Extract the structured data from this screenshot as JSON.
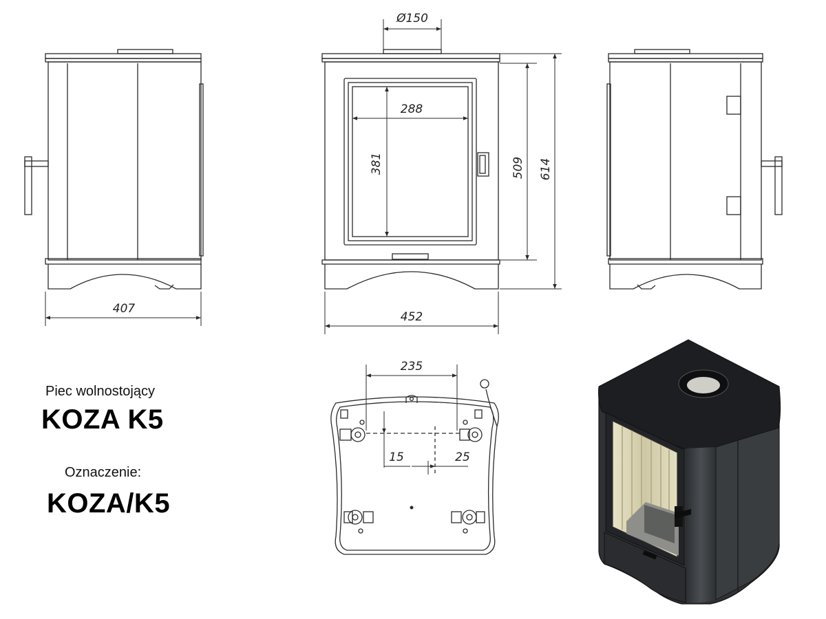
{
  "labels": {
    "type_line": "Piec wolnostojący",
    "model": "KOZA K5",
    "designation_line": "Oznaczenie:",
    "designation": "KOZA/K5"
  },
  "dimensions": {
    "flue_diameter": "Ø150",
    "glass_width": "288",
    "glass_height": "381",
    "body_height": "509",
    "total_height": "614",
    "side_depth": "407",
    "front_width": "452",
    "bottom_spacing": "235",
    "bottom_offset_a": "15",
    "bottom_offset_b": "25"
  },
  "colors": {
    "line": "#2a2a2a",
    "stove_body": "#3a3d40",
    "stove_dark": "#1f2124",
    "glass": "#d9d4b8"
  }
}
